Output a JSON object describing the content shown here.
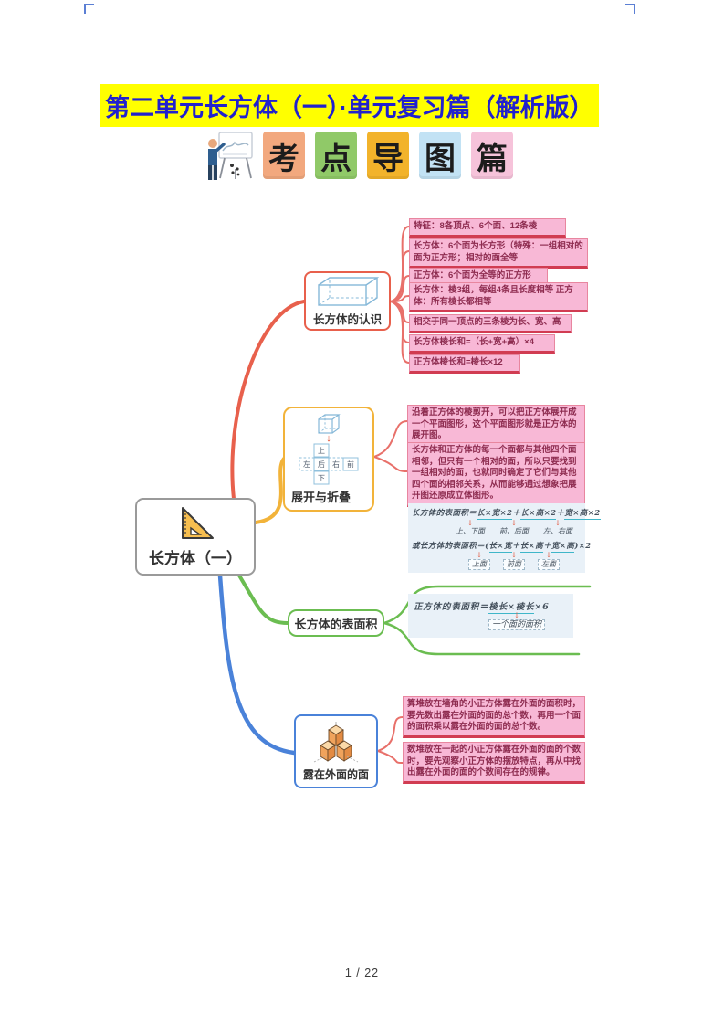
{
  "header": {
    "title": "第二单元长方体（一）·单元复习篇（解析版）",
    "title_color": "#2121ce",
    "title_bg": "#ffff00",
    "banner": {
      "tiles": [
        {
          "char": "考",
          "bg": "#f2a87e"
        },
        {
          "char": "点",
          "bg": "#90c968"
        },
        {
          "char": "导",
          "bg": "#f2b32b"
        },
        {
          "char": "图",
          "bg": "#c2e2f4"
        },
        {
          "char": "篇",
          "bg": "#f6c3da"
        }
      ]
    }
  },
  "icons": {
    "arrow_down": "↓"
  },
  "mindmap": {
    "root": {
      "label": "长方体（一）"
    },
    "branches": [
      {
        "label": "长方体的认识",
        "color": "#e8604c",
        "leaves": [
          "特征：8各顶点、6个面、12条棱",
          "长方体：6个面为长方形（特殊：一组相对的面为正方形；相对的面全等",
          "正方体：6个面为全等的正方形",
          "长方体：棱3组，每组4条且长度相等 正方体：所有棱长都相等",
          "相交于同一顶点的三条棱为长、宽、高",
          "长方体棱长和=（长+宽+高）×4",
          "正方体棱长和=棱长×12"
        ]
      },
      {
        "label": "展开与折叠",
        "color": "#f2b33a",
        "net": {
          "top": "上",
          "row": [
            "左",
            "后",
            "右",
            "前"
          ],
          "bottom": "下"
        },
        "notes": [
          "沿着正方体的棱剪开，可以把正方体展开成一个平面图形，这个平面图形就是正方体的展开图。",
          "长方体和正方体的每一个面都与其他四个面相邻，但只有一个相对的面，所以只要找到一组相对的面，也就同时确定了它们与其他四个面的相邻关系，从而能够通过想象把展开图还原成立体图形。"
        ]
      },
      {
        "label": "长方体的表面积",
        "color": "#6bbd51",
        "formulas": {
          "line1": [
            "长方体的表面积＝",
            "长×宽×2",
            "＋",
            "长×高×2",
            "＋",
            "宽×高×2"
          ],
          "line1_labels": [
            "上、下面",
            "前、后面",
            "左、右面"
          ],
          "line2": [
            "或长方体的表面积＝(",
            "长×宽",
            "＋",
            "长×高",
            "＋",
            "宽×高",
            ")×2"
          ],
          "line2_labels": [
            "上面",
            "前面",
            "左面"
          ],
          "cube": [
            "正方体的表面积＝",
            "棱长×棱长",
            "×6"
          ],
          "cube_label": "一个面的面积"
        }
      },
      {
        "label": "露在外面的面",
        "color": "#4a82d9",
        "notes": [
          "算堆放在墙角的小正方体露在外面的面积时，要先数出露在外面的面的总个数，再用一个面的面积乘以露在外面的面的总个数。",
          "数堆放在一起的小正方体露在外面的面的个数时，要先观察小正方体的摆放特点，再从中找出露在外面的面的个数间存在的规律。"
        ]
      }
    ]
  },
  "page": {
    "footer": "1 / 22"
  }
}
